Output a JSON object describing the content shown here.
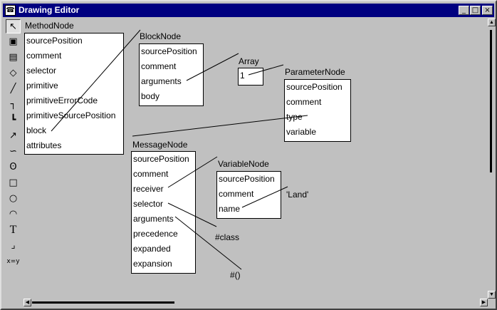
{
  "window": {
    "title": "Drawing Editor",
    "buttons": {
      "minimize": "_",
      "maximize": "□",
      "close": "×"
    }
  },
  "toolbar": {
    "tools": [
      {
        "name": "select-tool-icon",
        "glyph": "↖"
      },
      {
        "name": "paint-bucket-tool-icon",
        "glyph": "▣"
      },
      {
        "name": "page-tool-icon",
        "glyph": "▤"
      },
      {
        "name": "eraser-tool-icon",
        "glyph": "◇"
      },
      {
        "name": "line-tool-icon",
        "glyph": "╱"
      },
      {
        "name": "elbow-line-tool-icon",
        "glyph": "┐"
      },
      {
        "name": "step-line-tool-icon",
        "glyph": "┗"
      },
      {
        "name": "arrow-tool-icon",
        "glyph": "↗"
      },
      {
        "name": "curve-tool-icon",
        "glyph": "∽"
      },
      {
        "name": "lasso-tool-icon",
        "glyph": "ʘ"
      },
      {
        "name": "rectangle-tool-icon",
        "glyph": "□"
      },
      {
        "name": "ellipse-tool-icon",
        "glyph": "○"
      },
      {
        "name": "rounded-tool-icon",
        "glyph": "◠"
      },
      {
        "name": "text-tool-icon",
        "glyph": "T"
      },
      {
        "name": "resize-tool-icon",
        "glyph": "⌟"
      },
      {
        "name": "constraint-tool-icon",
        "glyph": "x=y"
      }
    ]
  },
  "nodes": {
    "method": {
      "title": "MethodNode",
      "fields": [
        "sourcePosition",
        "comment",
        "selector",
        "primitive",
        "primitiveErrorCode",
        "primitiveSourcePosition",
        "block",
        "attributes"
      ]
    },
    "block": {
      "title": "BlockNode",
      "fields": [
        "sourcePosition",
        "comment",
        "arguments",
        "body"
      ]
    },
    "array": {
      "title": "Array",
      "fields": [
        "1"
      ]
    },
    "parameter": {
      "title": "ParameterNode",
      "fields": [
        "sourcePosition",
        "comment",
        "type",
        "variable"
      ]
    },
    "message": {
      "title": "MessageNode",
      "fields": [
        "sourcePosition",
        "comment",
        "receiver",
        "selector",
        "arguments",
        "precedence",
        "expanded",
        "expansion"
      ]
    },
    "variable": {
      "title": "VariableNode",
      "fields": [
        "sourcePosition",
        "comment",
        "name"
      ]
    }
  },
  "literals": {
    "land": "'Land'",
    "class_symbol": "#class",
    "empty_array": "#()"
  }
}
